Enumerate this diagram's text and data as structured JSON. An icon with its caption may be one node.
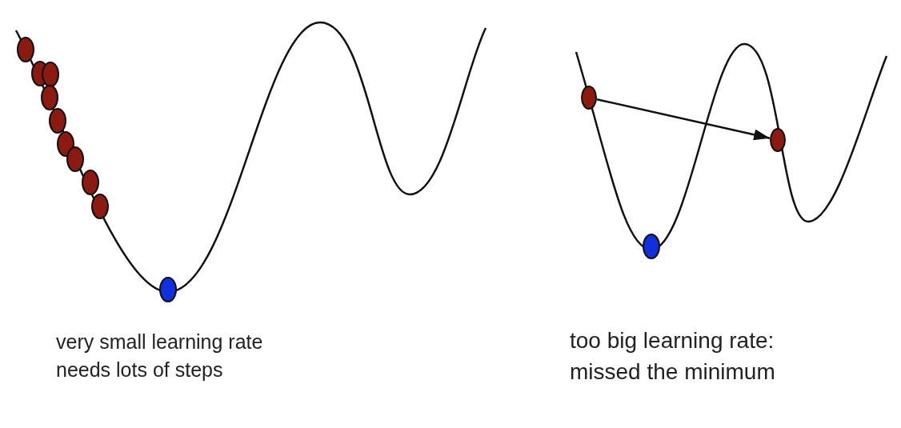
{
  "diagram": {
    "nodes": [
      {
        "text": [],
        "shape": "circle"
      },
      {
        "text": [],
        "shape": "circle"
      }
    ],
    "edges": [
      {
        "from": 0,
        "to": 1,
        "arrow": "to"
      }
    ],
    "labels": [
      "very small learning rate needs lots of steps",
      "too big learning rate: missed the minimum"
    ]
  }
}
